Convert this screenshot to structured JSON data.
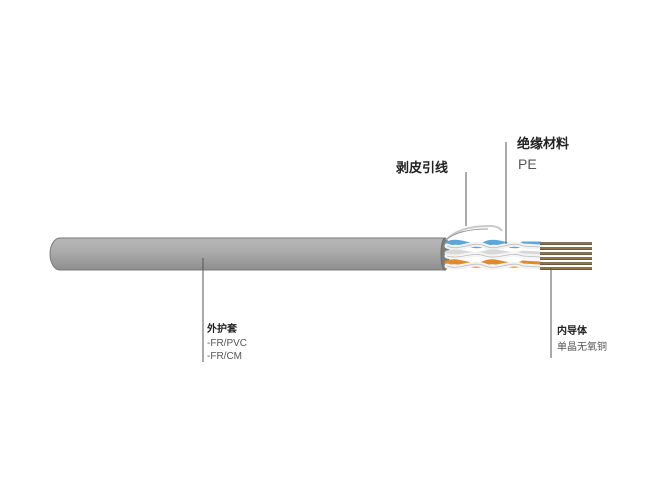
{
  "labels": {
    "strip_cord": "剥皮引线",
    "insulation": {
      "title": "绝缘材料",
      "value": "PE"
    },
    "jacket": {
      "title": "外护套",
      "options": [
        "-FR/PVC",
        "-FR/CM"
      ]
    },
    "conductor": {
      "title": "内导体",
      "value": "单晶无氧铜"
    }
  },
  "colors": {
    "jacket": "#a8a8a8",
    "blue_pair": "#5aa7d8",
    "orange_pair": "#e08a2a",
    "white_wire": "#f2f2f2",
    "copper": "#8a6a3a",
    "leader_line": "#555555"
  }
}
